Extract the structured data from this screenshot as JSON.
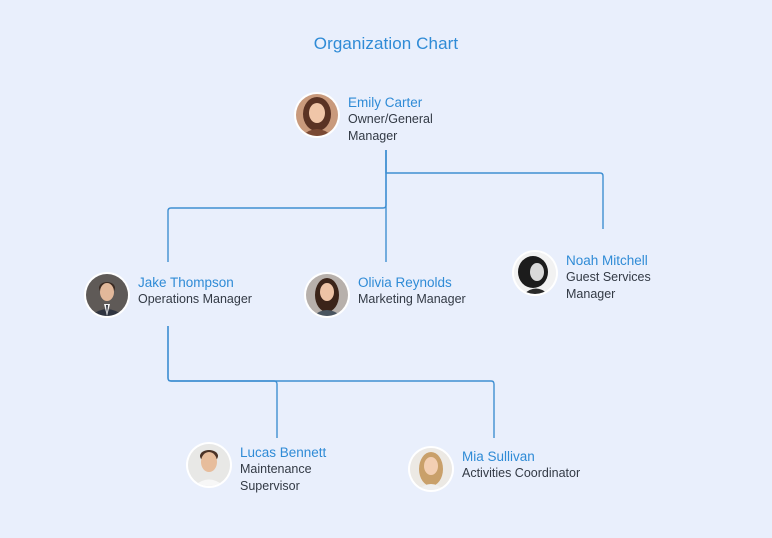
{
  "title": "Organization Chart",
  "colors": {
    "background": "#e9effc",
    "accent": "#2f8bd6",
    "connector": "#3f8fd2",
    "text": "#333a45"
  },
  "people": {
    "emily": {
      "name": "Emily Carter",
      "role_lines": [
        "Owner/General",
        "Manager"
      ],
      "avatar": "woman-photo"
    },
    "jake": {
      "name": "Jake Thompson",
      "role_lines": [
        "Operations Manager"
      ],
      "avatar": "man-in-suit-photo"
    },
    "olivia": {
      "name": "Olivia Reynolds",
      "role_lines": [
        "Marketing Manager"
      ],
      "avatar": "woman-photo"
    },
    "noah": {
      "name": "Noah Mitchell",
      "role_lines": [
        "Guest Services",
        "Manager"
      ],
      "avatar": "woman-bw-photo"
    },
    "lucas": {
      "name": "Lucas Bennett",
      "role_lines": [
        "Maintenance",
        "Supervisor"
      ],
      "avatar": "man-photo"
    },
    "mia": {
      "name": "Mia Sullivan",
      "role_lines": [
        "Activities Coordinator"
      ],
      "avatar": "woman-blonde-photo"
    }
  }
}
